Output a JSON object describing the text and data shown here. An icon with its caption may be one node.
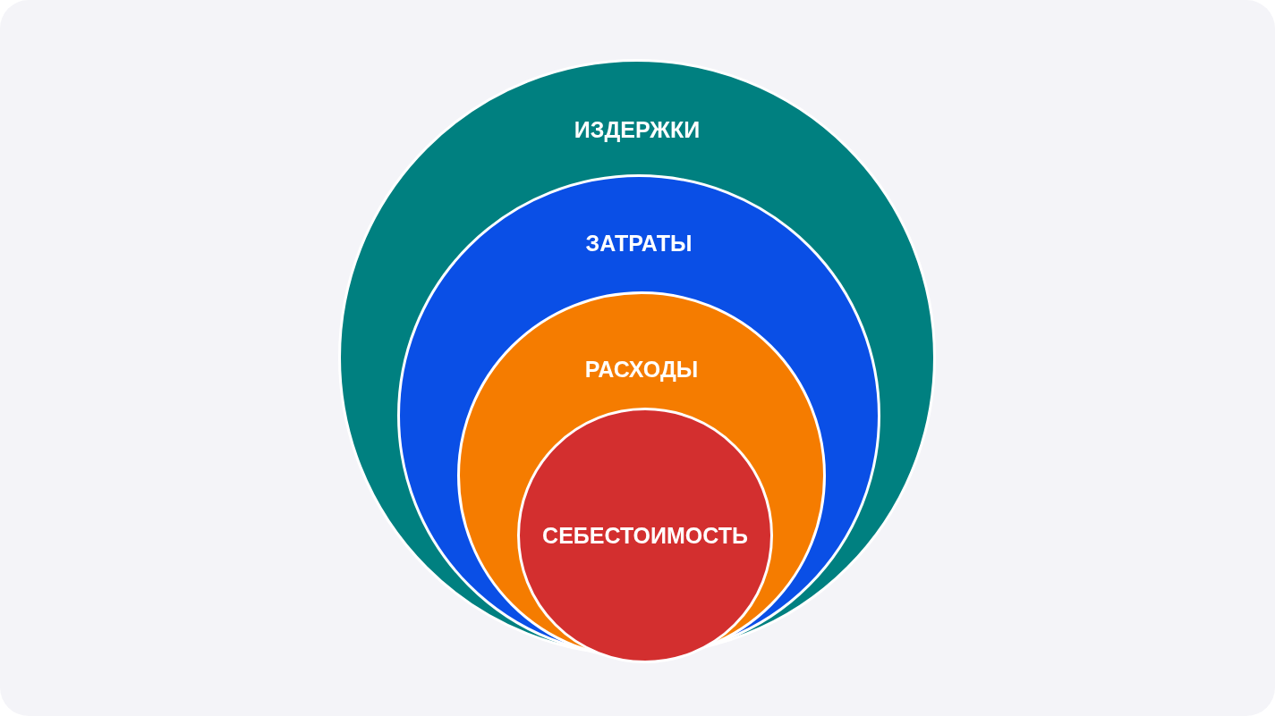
{
  "diagram": {
    "nodes": [
      {
        "text": [
          "ИЗДЕРЖКИ"
        ]
      },
      {
        "text": [
          "ЗАТРАТЫ"
        ],
        "in": 0
      },
      {
        "text": [
          "РАСХОДЫ"
        ],
        "in": 1
      },
      {
        "text": [
          "СЕБЕСТОИМОСТЬ"
        ],
        "in": 2
      }
    ]
  }
}
